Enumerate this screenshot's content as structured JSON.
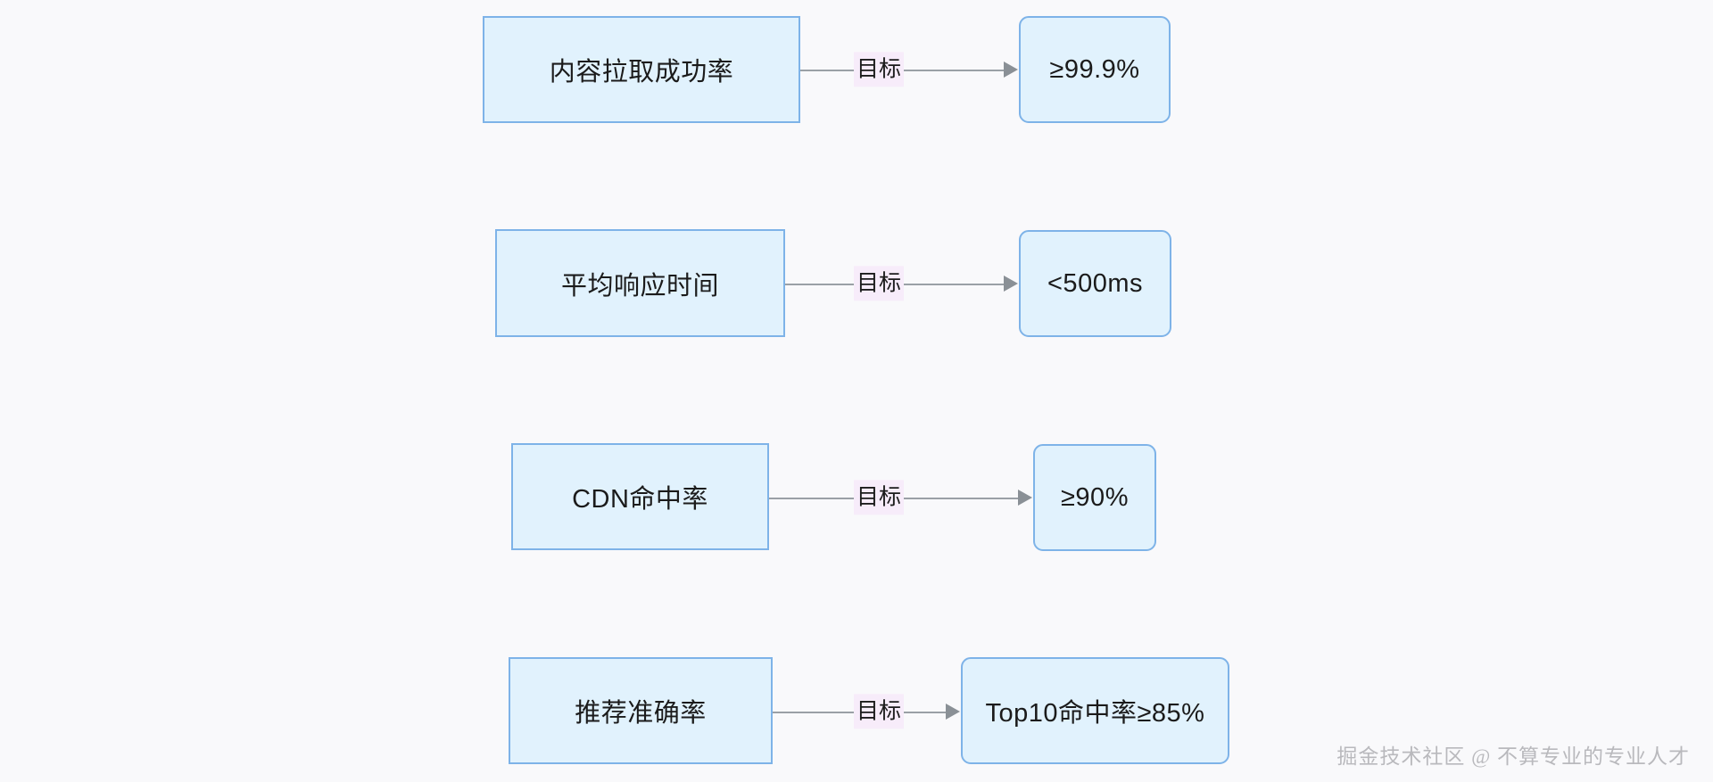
{
  "diagram": {
    "type": "flowchart",
    "direction": "left-to-right",
    "background_color": "#f9f9fb",
    "node_fill_color": "#e1f2fd",
    "node_border_color": "#7eb3e8",
    "edge_color": "#9aa0a6",
    "edge_label_background": "#f7ecfa",
    "rows": [
      {
        "metric_label": "内容拉取成功率",
        "edge_label": "目标",
        "target_label": "≥99.9%"
      },
      {
        "metric_label": "平均响应时间",
        "edge_label": "目标",
        "target_label": "<500ms"
      },
      {
        "metric_label": "CDN命中率",
        "edge_label": "目标",
        "target_label": "≥90%"
      },
      {
        "metric_label": "推荐准确率",
        "edge_label": "目标",
        "target_label": "Top10命中率≥85%"
      }
    ]
  },
  "watermark": {
    "text": "掘金技术社区 @ 不算专业的专业人才"
  }
}
